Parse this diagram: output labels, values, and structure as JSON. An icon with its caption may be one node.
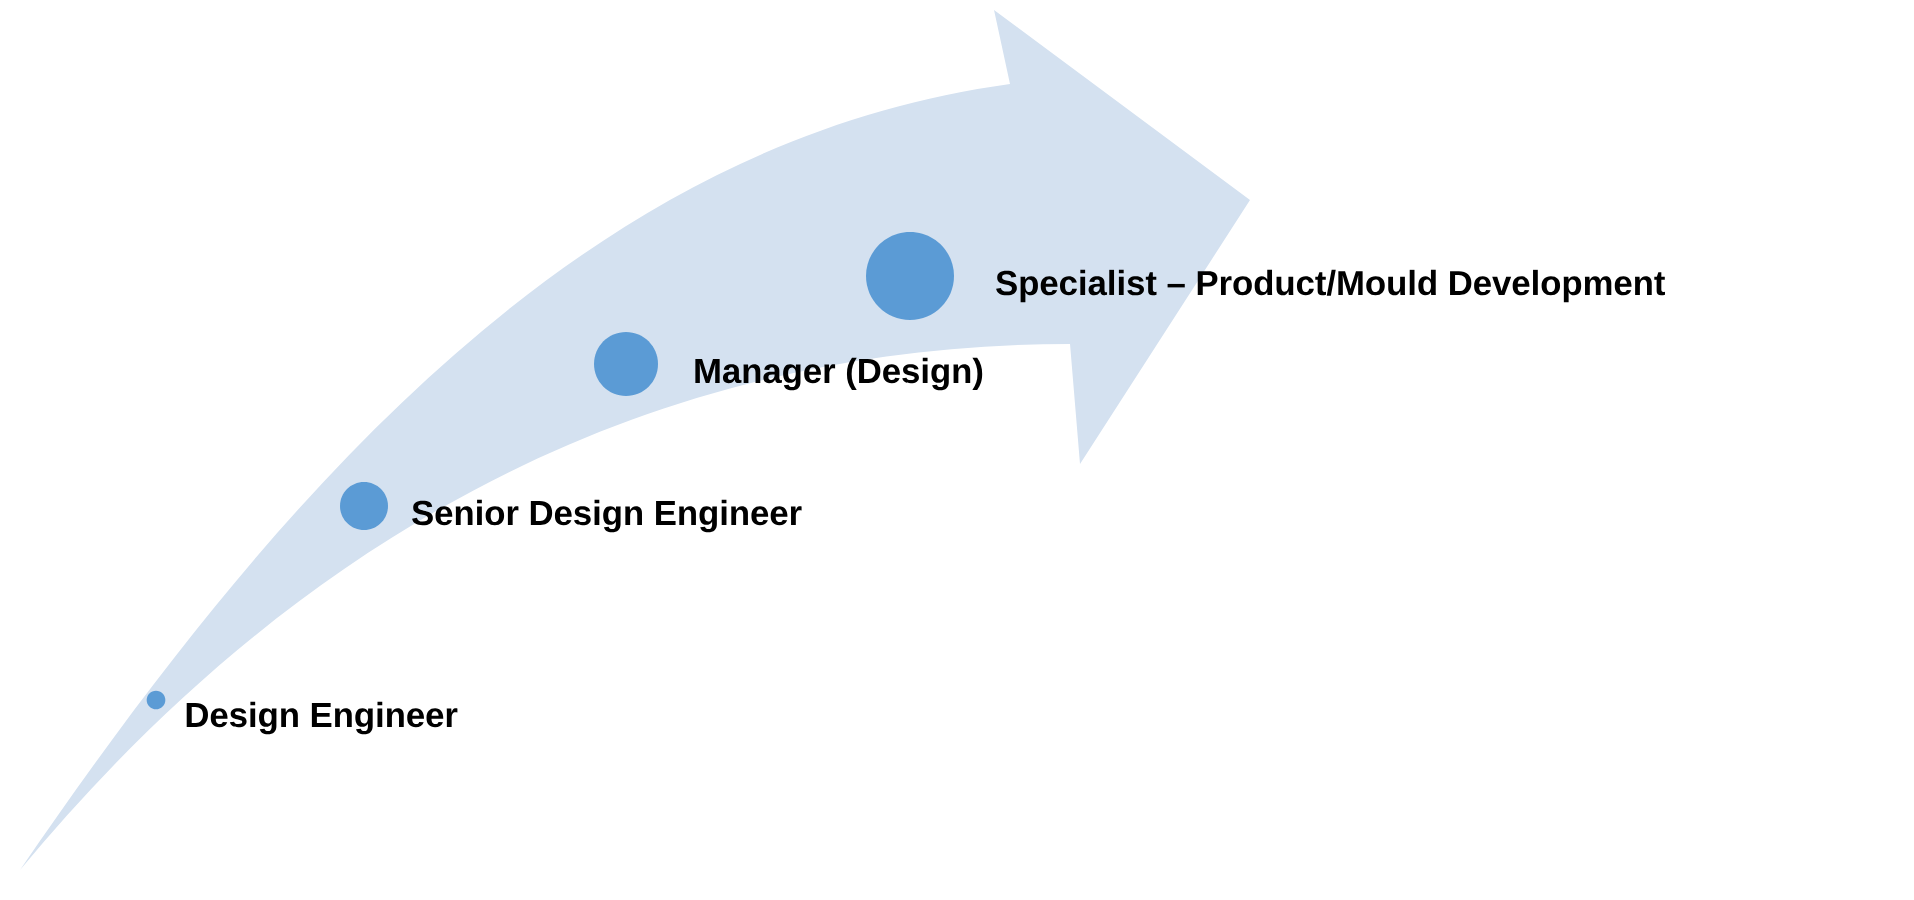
{
  "diagram": {
    "nodes": [
      {
        "text": [],
        "shape": "circle",
        "beside": [
          "Design Engineer"
        ]
      },
      {
        "text": [],
        "shape": "circle",
        "beside": [
          "Senior Design Engineer"
        ]
      },
      {
        "text": [],
        "shape": "circle",
        "beside": [
          "Manager (Design)"
        ]
      },
      {
        "text": [],
        "shape": "circle",
        "beside": [
          "Specialist – Product/Mould Development"
        ]
      }
    ]
  }
}
